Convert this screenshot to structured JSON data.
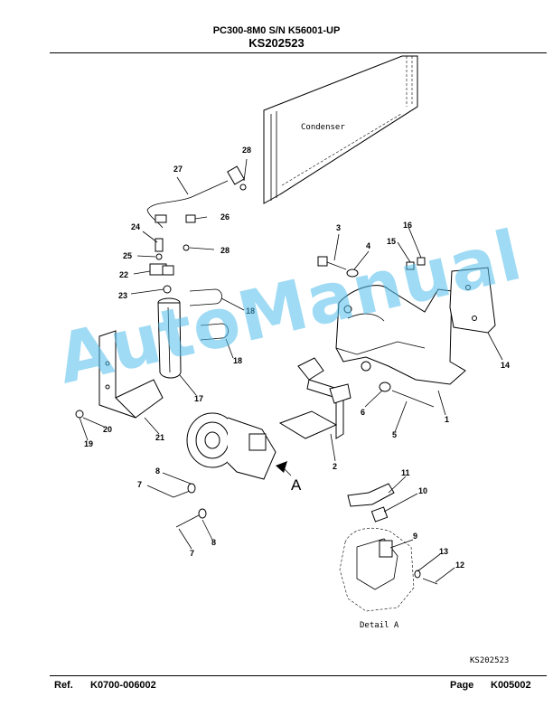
{
  "header": {
    "model": "PC300-8M0 S/N K56001-UP",
    "group": "KS202523"
  },
  "diagram": {
    "labels": {
      "condenser": "Condenser",
      "detail": "Detail A",
      "view_marker": "A",
      "drawing_code": "KS202523"
    },
    "callouts": [
      "1",
      "2",
      "3",
      "4",
      "5",
      "6",
      "7",
      "8",
      "9",
      "10",
      "11",
      "12",
      "13",
      "14",
      "15",
      "16",
      "17",
      "18",
      "19",
      "20",
      "21",
      "22",
      "23",
      "24",
      "25",
      "26",
      "27",
      "28"
    ]
  },
  "watermark": "AutoManual",
  "footer": {
    "ref_label": "Ref.",
    "ref_value": "K0700-006002",
    "page_label": "Page",
    "page_value": "K005002"
  }
}
